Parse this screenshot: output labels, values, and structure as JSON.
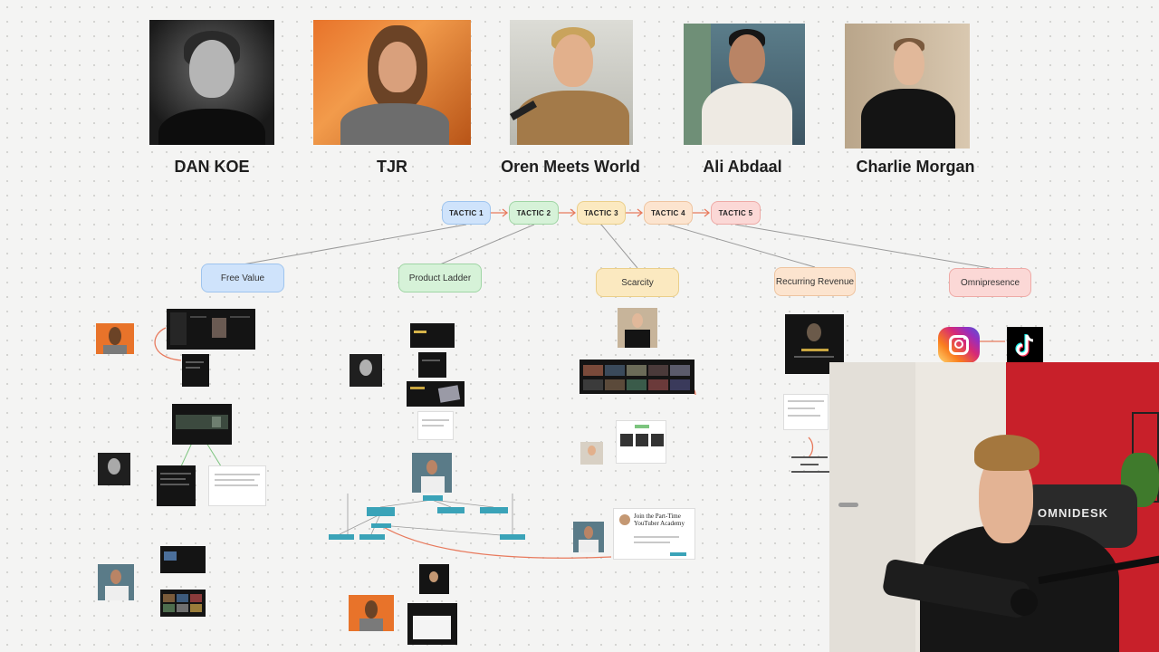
{
  "creators": [
    {
      "name": "DAN KOE"
    },
    {
      "name": "TJR"
    },
    {
      "name": "Oren Meets World"
    },
    {
      "name": "Ali Abdaal"
    },
    {
      "name": "Charlie Morgan"
    }
  ],
  "tactics": [
    {
      "label": "TACTIC 1",
      "color": "#cfe3fb",
      "border": "#9ec4ee"
    },
    {
      "label": "TACTIC 2",
      "color": "#d6f2d8",
      "border": "#9fd5a4"
    },
    {
      "label": "TACTIC 3",
      "color": "#fbe9c0",
      "border": "#ebcf8a"
    },
    {
      "label": "TACTIC 4",
      "color": "#fce4cf",
      "border": "#eec4a0"
    },
    {
      "label": "TACTIC 5",
      "color": "#fbd8d6",
      "border": "#eeaaa6"
    }
  ],
  "strategies": [
    {
      "label": "Free Value",
      "color": "#cfe3fb",
      "border": "#9ec4ee"
    },
    {
      "label": "Product Ladder",
      "color": "#d6f2d8",
      "border": "#9fd5a4"
    },
    {
      "label": "Scarcity",
      "color": "#fbe9c0",
      "border": "#ebcf8a"
    },
    {
      "label": "Recurring Revenue",
      "color": "#fce4cf",
      "border": "#eec4a0"
    },
    {
      "label": "Omnipresence",
      "color": "#fbd8d6",
      "border": "#eeaaa6"
    }
  ],
  "academy_card": {
    "title": "Join the Part-Time YouTuber Academy"
  },
  "webcam": {
    "chair_brand": "OMNIDESK"
  },
  "colors": {
    "connector": "#e87a5d",
    "link_line": "#8e8e8e",
    "accent_red": "#c8202a"
  }
}
